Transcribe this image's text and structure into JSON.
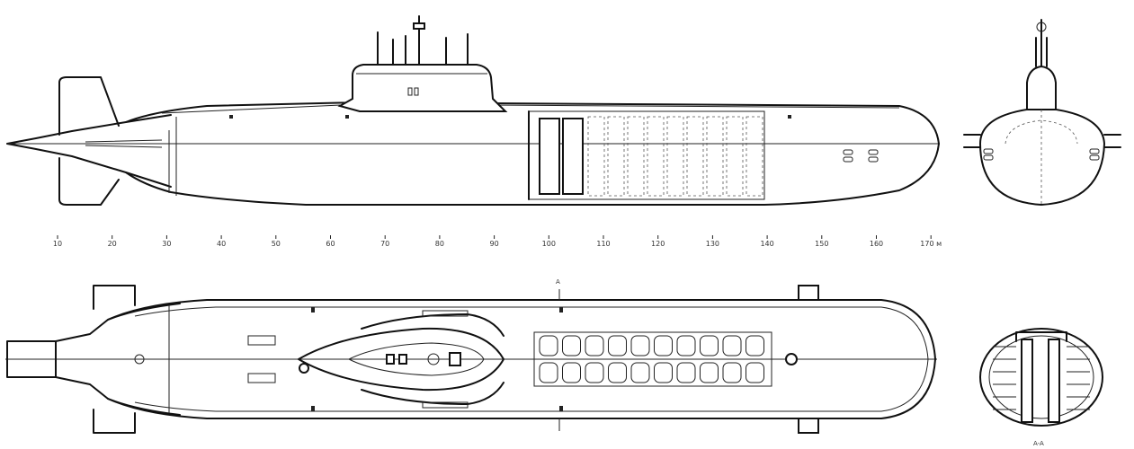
{
  "scale": {
    "labels": [
      "10",
      "20",
      "30",
      "40",
      "50",
      "60",
      "70",
      "80",
      "90",
      "100",
      "110",
      "120",
      "130",
      "140",
      "150",
      "160",
      "170 м"
    ]
  },
  "section_marks": {
    "top": "A",
    "bottom": "A-A"
  }
}
